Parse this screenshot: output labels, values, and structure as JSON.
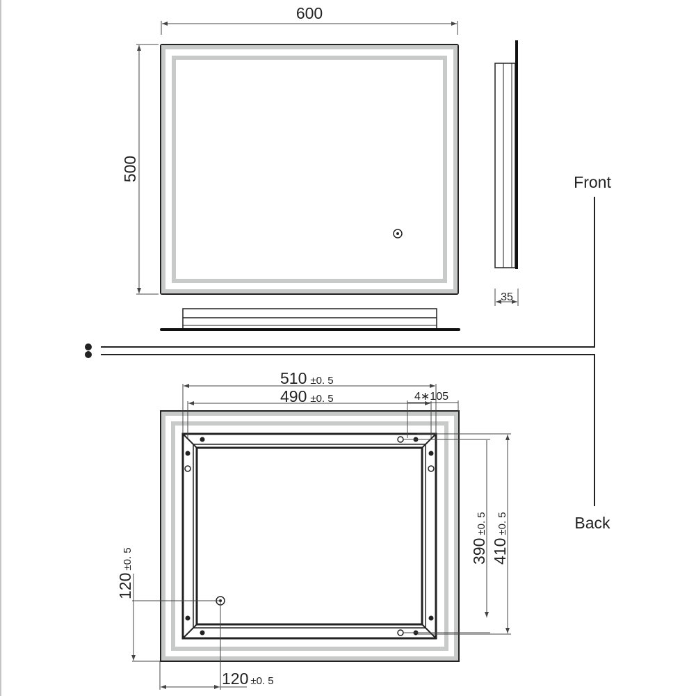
{
  "front_view": {
    "label": "Front",
    "width_dim": "600",
    "height_dim": "500",
    "depth_dim": "35"
  },
  "back_view": {
    "label": "Back",
    "dim_510": {
      "value": "510",
      "tol": "±0. 5"
    },
    "dim_490": {
      "value": "490",
      "tol": "±0. 5"
    },
    "dim_hole_spacing": "4∗105",
    "dim_390": {
      "value": "390",
      "tol": "±0. 5"
    },
    "dim_410": {
      "value": "410",
      "tol": "±0. 5"
    },
    "dim_switch_v": {
      "value": "120",
      "tol": "±0. 5"
    },
    "dim_switch_h": {
      "value": "120",
      "tol": "±0. 5"
    }
  },
  "colors": {
    "led_band": "#c8cac9",
    "line": "#222222"
  }
}
